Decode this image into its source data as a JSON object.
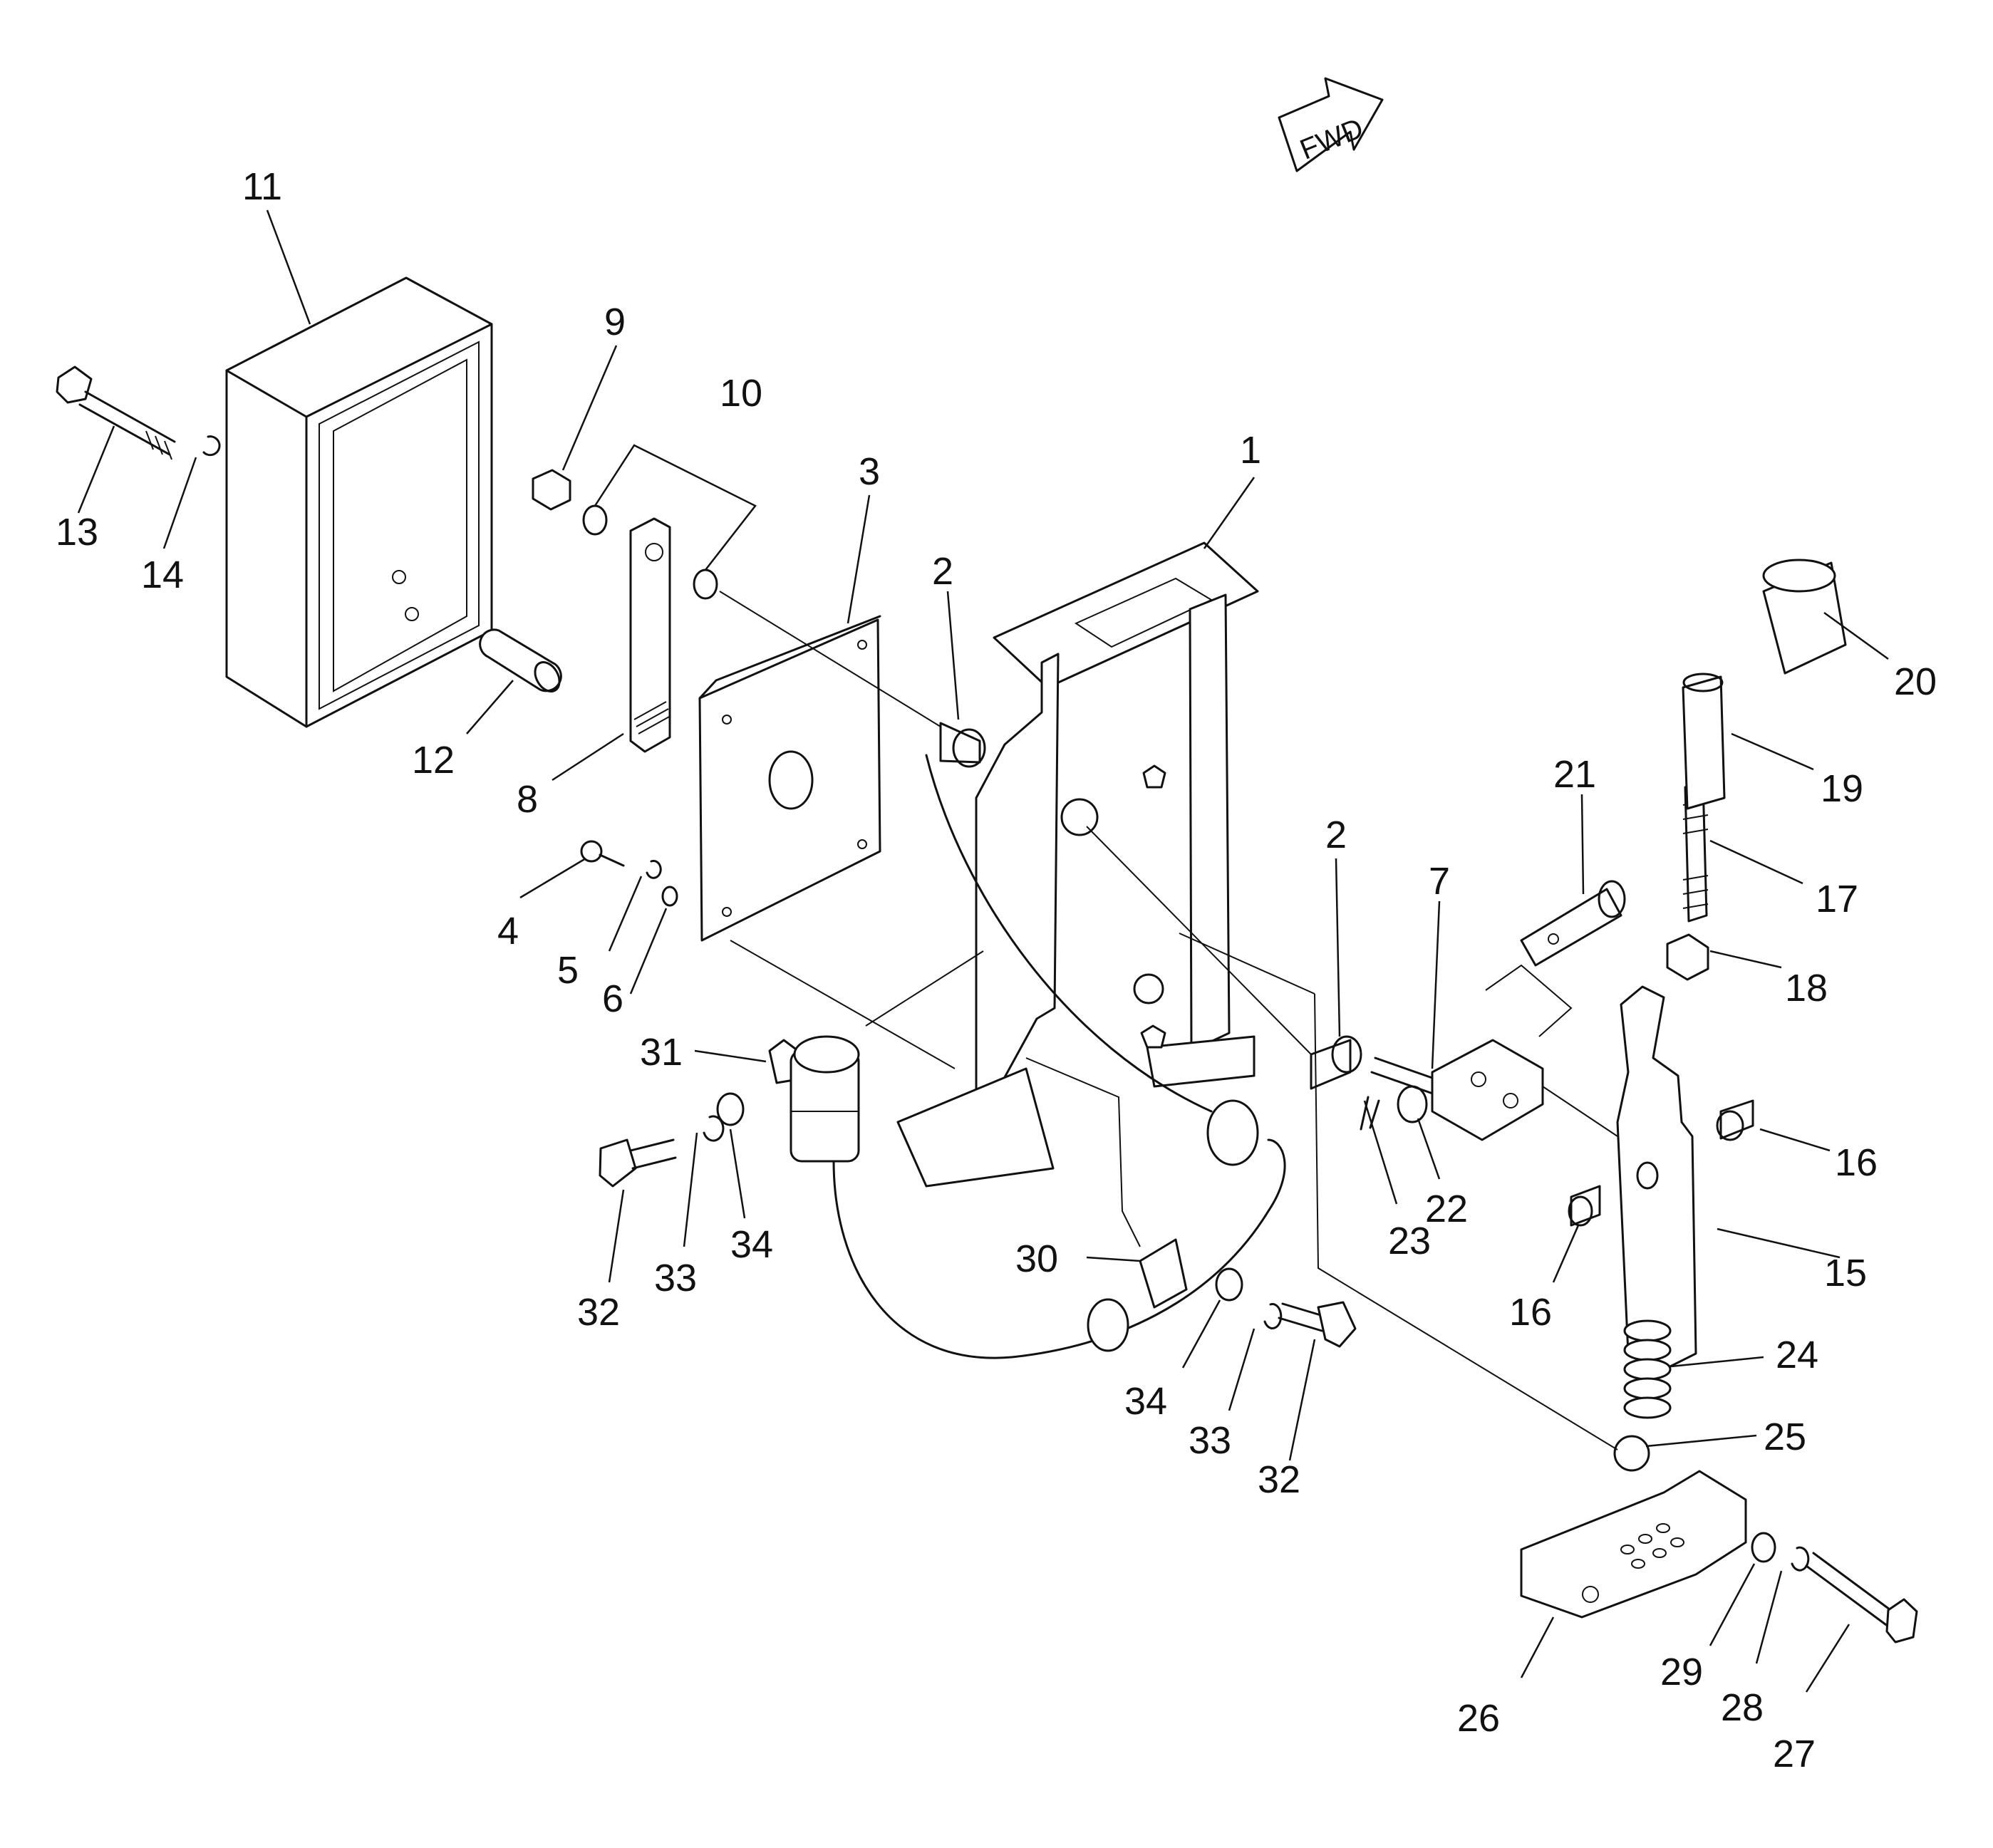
{
  "direction_label": "FWD",
  "callouts": [
    {
      "id": "1",
      "label": "1"
    },
    {
      "id": "2a",
      "label": "2"
    },
    {
      "id": "2b",
      "label": "2"
    },
    {
      "id": "3",
      "label": "3"
    },
    {
      "id": "4",
      "label": "4"
    },
    {
      "id": "5",
      "label": "5"
    },
    {
      "id": "6",
      "label": "6"
    },
    {
      "id": "7",
      "label": "7"
    },
    {
      "id": "8",
      "label": "8"
    },
    {
      "id": "9",
      "label": "9"
    },
    {
      "id": "10",
      "label": "10"
    },
    {
      "id": "11",
      "label": "11"
    },
    {
      "id": "12",
      "label": "12"
    },
    {
      "id": "13",
      "label": "13"
    },
    {
      "id": "14",
      "label": "14"
    },
    {
      "id": "15",
      "label": "15"
    },
    {
      "id": "16a",
      "label": "16"
    },
    {
      "id": "16b",
      "label": "16"
    },
    {
      "id": "17",
      "label": "17"
    },
    {
      "id": "18",
      "label": "18"
    },
    {
      "id": "19",
      "label": "19"
    },
    {
      "id": "20",
      "label": "20"
    },
    {
      "id": "21",
      "label": "21"
    },
    {
      "id": "22",
      "label": "22"
    },
    {
      "id": "23",
      "label": "23"
    },
    {
      "id": "24",
      "label": "24"
    },
    {
      "id": "25",
      "label": "25"
    },
    {
      "id": "26",
      "label": "26"
    },
    {
      "id": "27",
      "label": "27"
    },
    {
      "id": "28",
      "label": "28"
    },
    {
      "id": "29",
      "label": "29"
    },
    {
      "id": "30",
      "label": "30"
    },
    {
      "id": "31",
      "label": "31"
    },
    {
      "id": "32a",
      "label": "32"
    },
    {
      "id": "32b",
      "label": "32"
    },
    {
      "id": "33a",
      "label": "33"
    },
    {
      "id": "33b",
      "label": "33"
    },
    {
      "id": "34a",
      "label": "34"
    },
    {
      "id": "34b",
      "label": "34"
    }
  ]
}
